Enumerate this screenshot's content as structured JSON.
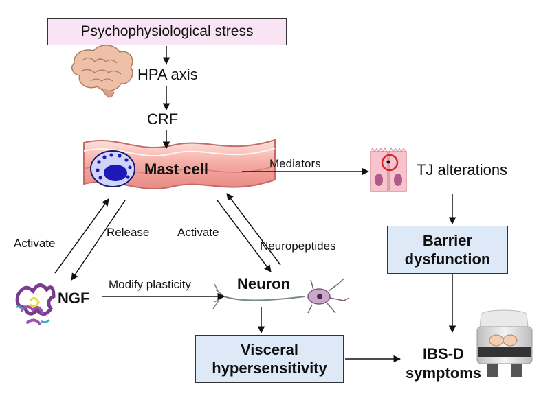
{
  "nodes": {
    "stress": "Psychophysiological stress",
    "hpa": "HPA axis",
    "crf": "CRF",
    "mast_cell": "Mast cell",
    "tj": "TJ alterations",
    "barrier_line1": "Barrier",
    "barrier_line2": "dysfunction",
    "ngf": "NGF",
    "neuron": "Neuron",
    "visceral_line1": "Visceral",
    "visceral_line2": "hypersensitivity",
    "ibs_line1": "IBS-D",
    "ibs_line2": "symptoms"
  },
  "edges": {
    "mediators": "Mediators",
    "activate_left": "Activate",
    "release": "Release",
    "activate_right": "Activate",
    "neuropeptides": "Neuropeptides",
    "modify": "Modify plasticity"
  },
  "colors": {
    "stress_box_fill": "#f9e4f6",
    "blue_box_fill": "#dde9f6",
    "tissue_pink": "#f2a9a3",
    "mast_cell_fill": "#d0d4f6",
    "nucleus": "#1e18b8",
    "ngf_protein": "#7a3c8f"
  },
  "icons": [
    "brain-icon",
    "intestine-tissue-icon",
    "mast-cell-icon",
    "tight-junction-cells-icon",
    "ngf-protein-icon",
    "neuron-cell-icon",
    "person-abdominal-pain-icon"
  ]
}
